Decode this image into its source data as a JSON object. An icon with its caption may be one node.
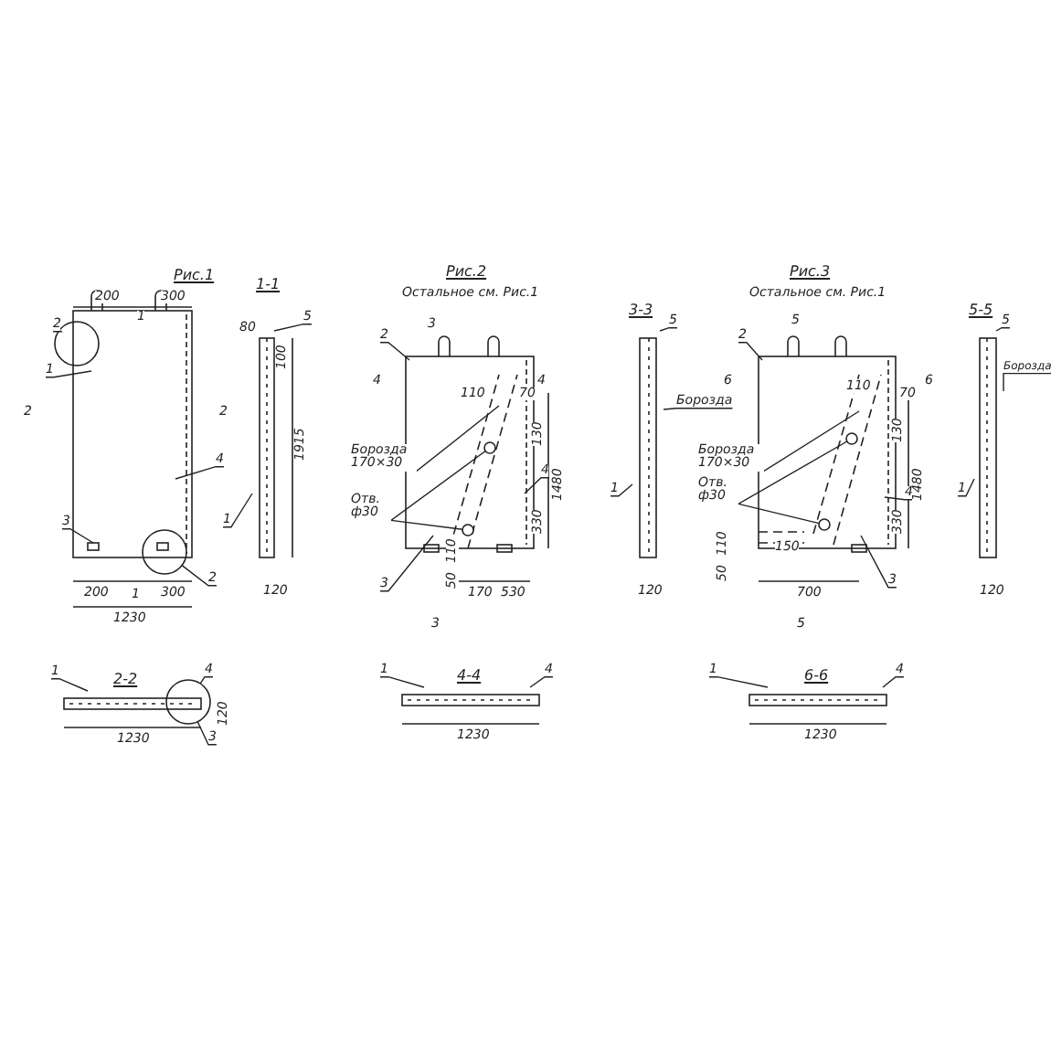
{
  "diagram": {
    "nodes": [
      {
        "text": [
          "2"
        ]
      },
      {
        "text": [
          "1"
        ]
      },
      {
        "text": [
          "4"
        ]
      },
      {
        "text": [
          "3"
        ]
      },
      {
        "text": [
          "2"
        ]
      },
      {
        "text": [
          "5"
        ]
      },
      {
        "text": [
          "1"
        ]
      },
      {
        "text": [
          "2"
        ]
      },
      {
        "text": [
          "Борозда 170×30"
        ]
      },
      {
        "text": [
          "Отв. ф30"
        ]
      },
      {
        "text": [
          "4"
        ]
      },
      {
        "text": [
          "3"
        ]
      },
      {
        "text": [
          "5"
        ]
      },
      {
        "text": [
          "Борозда"
        ]
      },
      {
        "text": [
          "1"
        ]
      },
      {
        "text": [
          "2"
        ]
      },
      {
        "text": [
          "Борозда 170×30"
        ]
      },
      {
        "text": [
          "Отв. ф30"
        ]
      },
      {
        "text": [
          "4"
        ]
      },
      {
        "text": [
          "3"
        ]
      },
      {
        "text": [
          "5"
        ]
      },
      {
        "text": [
          "Борозда"
        ]
      },
      {
        "text": [
          "1"
        ]
      },
      {
        "text": [
          "1"
        ]
      },
      {
        "text": [
          "4"
        ]
      },
      {
        "text": [
          "3"
        ]
      },
      {
        "text": [
          "1"
        ]
      },
      {
        "text": [
          "4"
        ]
      },
      {
        "text": [
          "1"
        ]
      },
      {
        "text": [
          "4"
        ]
      },
      {
        "text": [],
        "shape": "circle",
        "in": 35
      },
      {
        "text": [],
        "shape": "circle",
        "in": 35
      },
      {
        "text": [],
        "shape": "circle",
        "in": 36
      },
      {
        "text": [],
        "shape": "circle",
        "in": 36
      },
      {
        "text": [],
        "shape": "box"
      },
      {
        "text": [],
        "shape": "box"
      },
      {
        "text": [],
        "shape": "box"
      },
      {
        "text": [],
        "shape": "circle"
      },
      {
        "text": [],
        "shape": "circle"
      },
      {
        "text": [],
        "shape": "circle"
      }
    ],
    "edges": [
      {
        "from": 0,
        "to": 37,
        "arrow": "none"
      },
      {
        "from": 1,
        "to": 34,
        "arrow": "none"
      },
      {
        "from": 2,
        "to": 34,
        "arrow": "none"
      },
      {
        "from": 3,
        "to": 34,
        "arrow": "none"
      },
      {
        "from": 4,
        "to": 38,
        "arrow": "none"
      },
      {
        "from": 5,
        "to": null,
        "arrow": "none"
      },
      {
        "from": 6,
        "to": null,
        "arrow": "none"
      },
      {
        "from": 7,
        "to": 35,
        "arrow": "none"
      },
      {
        "from": 8,
        "to": 35,
        "arrow": "none"
      },
      {
        "from": 9,
        "to": 30,
        "arrow": "none"
      },
      {
        "from": 9,
        "to": 31,
        "arrow": "none"
      },
      {
        "from": 10,
        "to": 35,
        "arrow": "none"
      },
      {
        "from": 11,
        "to": 35,
        "arrow": "none"
      },
      {
        "from": 12,
        "to": null,
        "arrow": "none"
      },
      {
        "from": 13,
        "to": null,
        "arrow": "none"
      },
      {
        "from": 14,
        "to": null,
        "arrow": "none"
      },
      {
        "from": 15,
        "to": 36,
        "arrow": "none"
      },
      {
        "from": 16,
        "to": 36,
        "arrow": "none"
      },
      {
        "from": 17,
        "to": 32,
        "arrow": "none"
      },
      {
        "from": 17,
        "to": 33,
        "arrow": "none"
      },
      {
        "from": 18,
        "to": 36,
        "arrow": "none"
      },
      {
        "from": 19,
        "to": 36,
        "arrow": "none"
      },
      {
        "from": 20,
        "to": null,
        "arrow": "none"
      },
      {
        "from": 21,
        "to": null,
        "arrow": "none"
      },
      {
        "from": 22,
        "to": null,
        "arrow": "none"
      },
      {
        "from": 23,
        "to": null,
        "arrow": "none"
      },
      {
        "from": 24,
        "to": 39,
        "arrow": "none"
      },
      {
        "from": 25,
        "to": 39,
        "arrow": "none"
      },
      {
        "from": 26,
        "to": null,
        "arrow": "none"
      },
      {
        "from": 27,
        "to": null,
        "arrow": "none"
      },
      {
        "from": 28,
        "to": null,
        "arrow": "none"
      },
      {
        "from": 29,
        "to": null,
        "arrow": "none"
      }
    ],
    "labels": [
      "Рис.1",
      "1-1",
      "200",
      "1",
      "300",
      "80",
      "100",
      "2",
      "2",
      "1915",
      "200",
      "1",
      "300",
      "1230",
      "120",
      "Рис.2",
      "Остальное см. Рис.1",
      "3",
      "4",
      "4",
      "110",
      "70",
      "130",
      "1480",
      "330",
      "110",
      "50",
      "170",
      "530",
      "3",
      "3-3",
      "120",
      "Рис.3",
      "Остальное см. Рис.1",
      "5",
      "5-5",
      "6",
      "6",
      "110",
      "70",
      "130",
      "1480",
      "330",
      "110",
      "50",
      "150",
      "700",
      "5",
      "120",
      "2-2",
      "120",
      "1230",
      "4-4",
      "1230",
      "6-6",
      "1230"
    ]
  }
}
